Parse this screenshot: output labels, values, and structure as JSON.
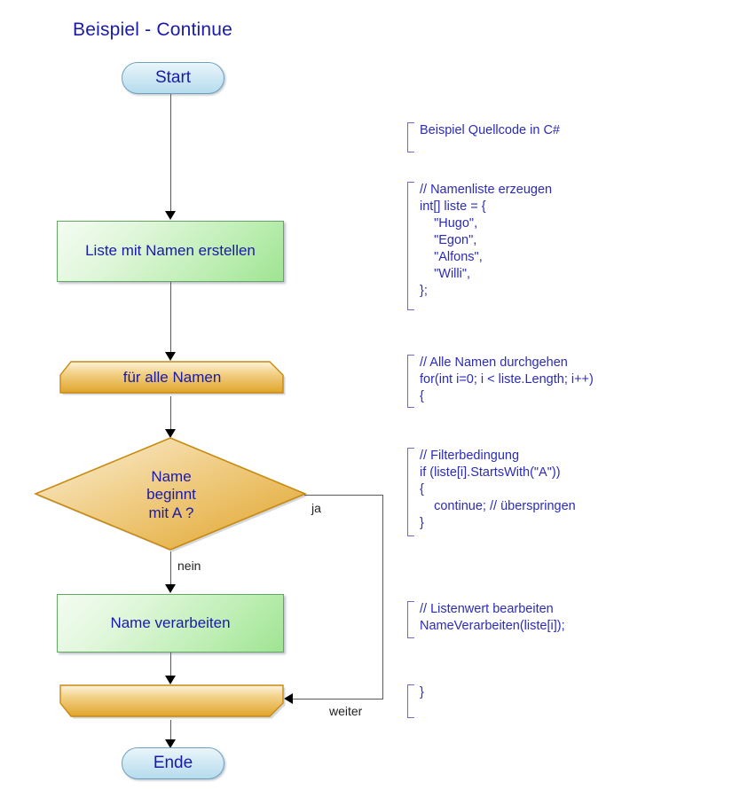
{
  "diagram": {
    "title": "Beispiel - Continue",
    "title_color": "#1a1aa8",
    "node_text_color": "#1a1aa8",
    "code_text_color": "#2b2bbb",
    "edge_label_color": "#222222",
    "terminator_fill": "#b6dcee",
    "process_fill": "#9fe492",
    "loop_fill": "#e0a42a",
    "decision_fill": "#e0a42a"
  },
  "nodes": {
    "start": {
      "label": "Start",
      "shape": "terminator"
    },
    "create_list": {
      "label": "Liste mit Namen erstellen",
      "shape": "process"
    },
    "loop_start": {
      "label": "für alle Namen",
      "shape": "loop-start"
    },
    "decision": {
      "label": "Name\nbeginnt\nmit A ?",
      "shape": "decision"
    },
    "process_name": {
      "label": "Name verarbeiten",
      "shape": "process"
    },
    "loop_end": {
      "label": "",
      "shape": "loop-end"
    },
    "end": {
      "label": "Ende",
      "shape": "terminator"
    }
  },
  "edges": {
    "yes_label": "ja",
    "no_label": "nein",
    "continue_label": "weiter"
  },
  "code_blocks": {
    "intro": "Beispiel Quellcode in C#",
    "list": "// Namenliste erzeugen\nint[] liste = {\n    \"Hugo\",\n    \"Egon\",\n    \"Alfons\",\n    \"Willi\",\n};",
    "loop": "// Alle Namen durchgehen\nfor(int i=0; i < liste.Length; i++)\n{",
    "filter": "// Filterbedingung\nif (liste[i].StartsWith(\"A\"))\n{\n    continue; // überspringen\n}",
    "process": "// Listenwert bearbeiten\nNameVerarbeiten(liste[i]);",
    "close": "}"
  }
}
